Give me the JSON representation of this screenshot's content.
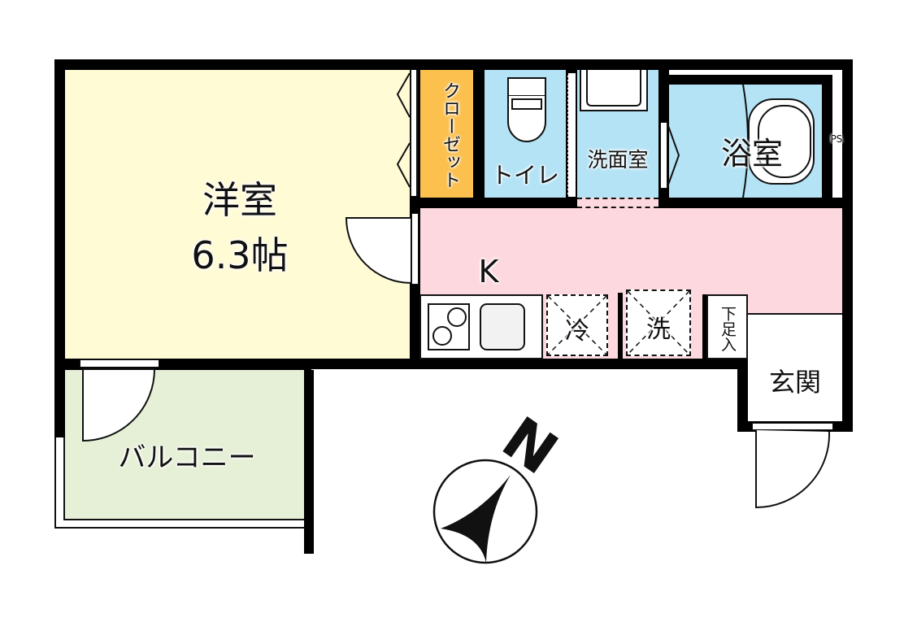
{
  "plan": {
    "rooms": {
      "western_room": {
        "name": "洋室",
        "size": "6.3帖",
        "color": "#fffbd5"
      },
      "closet": {
        "name": "クローゼット",
        "color": "#fbc04e"
      },
      "toilet": {
        "name": "トイレ",
        "color": "#b5e3f6"
      },
      "washroom": {
        "name": "洗面室",
        "color": "#b5e3f6"
      },
      "bathroom": {
        "name": "浴室",
        "color": "#b5e3f6"
      },
      "kitchen": {
        "name": "K",
        "color": "#fdd9df"
      },
      "entrance": {
        "name": "玄関",
        "color": "#ffffff"
      },
      "balcony": {
        "name": "バルコニー",
        "color": "#e6f0d6"
      }
    },
    "fixtures": {
      "pipe_space": "PS",
      "refrigerator": "冷",
      "washing_machine": "洗",
      "shoe_box": "下足入"
    },
    "compass": {
      "label": "N"
    },
    "wall_color": "#000000"
  }
}
